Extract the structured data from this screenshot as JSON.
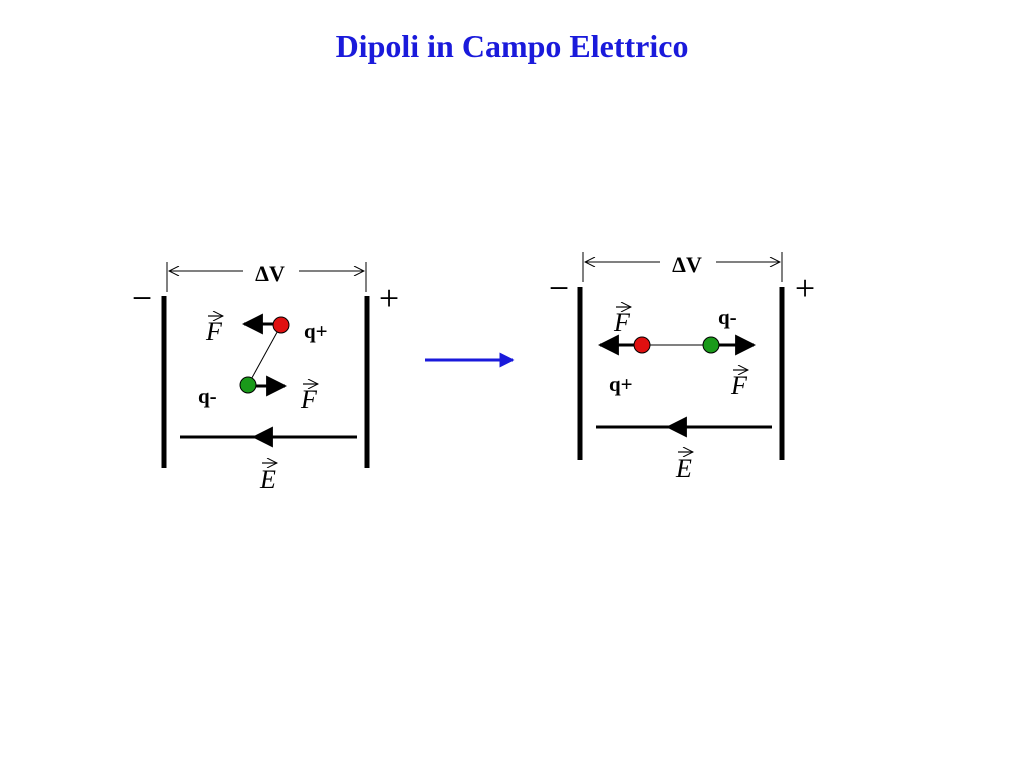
{
  "title": "Dipoli in Campo Elettrico",
  "colors": {
    "title": "#1a1adb",
    "positive_charge": "#e01010",
    "negative_charge": "#1a9a1a",
    "transition_arrow": "#1a1adb",
    "lines": "#000000"
  },
  "panels": [
    {
      "voltage_label": "ΔV",
      "minus_sign": "−",
      "plus_sign": "+",
      "force_symbol_top": "F",
      "force_symbol_bottom": "F",
      "positive_label": "q+",
      "negative_label": "q-",
      "field_symbol": "E"
    },
    {
      "voltage_label": "ΔV",
      "minus_sign": "−",
      "plus_sign": "+",
      "force_symbol_top": "F",
      "force_symbol_bottom": "F",
      "positive_label": "q+",
      "negative_label": "q-",
      "field_symbol": "E"
    }
  ]
}
